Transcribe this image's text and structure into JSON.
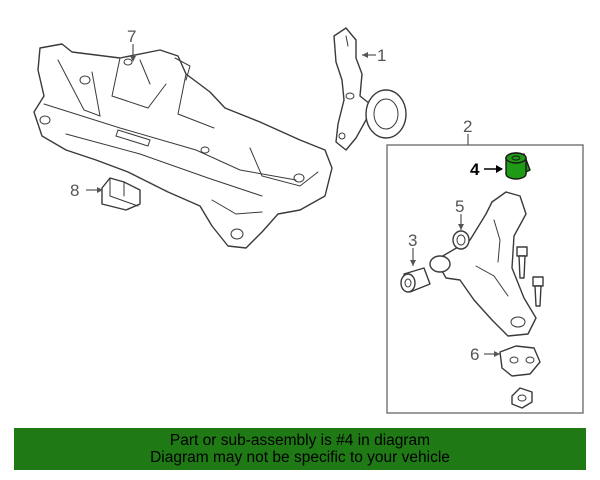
{
  "callouts": {
    "c1": "1",
    "c2": "2",
    "c3": "3",
    "c4": "4",
    "c5": "5",
    "c6": "6",
    "c7": "7",
    "c8": "8"
  },
  "highlight_callout": "4",
  "colors": {
    "highlight_part": "#1f9a14",
    "banner": "#1f7a16"
  },
  "banner": {
    "line1": "Part or sub-assembly is #4 in diagram",
    "line2": "Diagram may not be specific to your vehicle"
  }
}
